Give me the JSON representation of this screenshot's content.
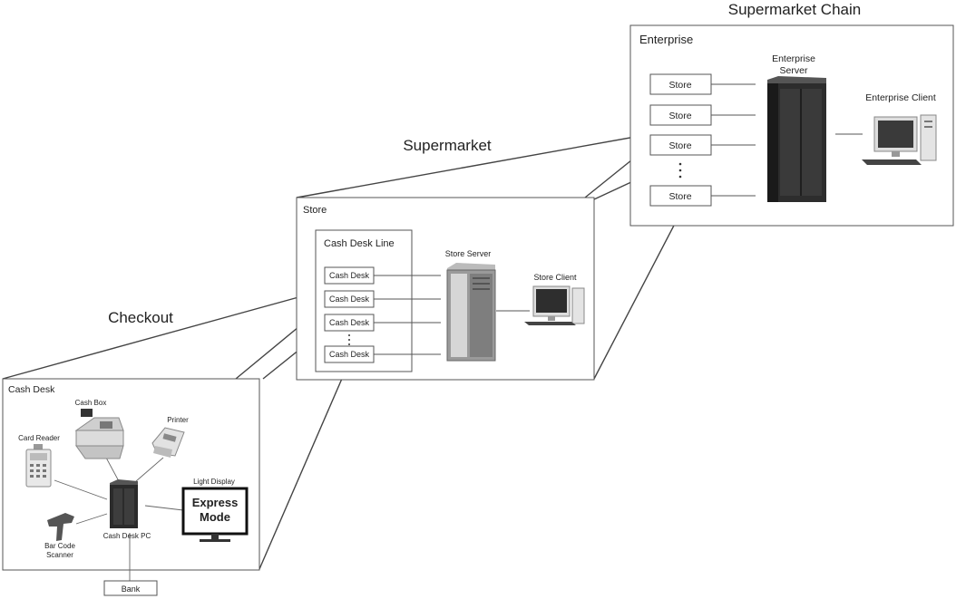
{
  "levels": {
    "chain": "Supermarket Chain",
    "supermarket": "Supermarket",
    "checkout": "Checkout"
  },
  "enterprise": {
    "title": "Enterprise",
    "stores": [
      "Store",
      "Store",
      "Store",
      "Store"
    ],
    "server_label_line1": "Enterprise",
    "server_label_line2": "Server",
    "client_label": "Enterprise Client"
  },
  "store": {
    "title": "Store",
    "line_title": "Cash Desk Line",
    "desks": [
      "Cash Desk",
      "Cash Desk",
      "Cash Desk",
      "Cash Desk"
    ],
    "server_label": "Store Server",
    "client_label": "Store Client"
  },
  "cash_desk": {
    "title": "Cash Desk",
    "cash_box": "Cash Box",
    "printer": "Printer",
    "card_reader": "Card Reader",
    "light_display": "Light Display",
    "display_text_line1": "Express",
    "display_text_line2": "Mode",
    "pc": "Cash Desk PC",
    "scanner_line1": "Bar Code",
    "scanner_line2": "Scanner",
    "bank": "Bank"
  },
  "colors": {
    "line": "#444444",
    "box_border": "#555555",
    "server_dark": "#2b2b2b",
    "server_light": "#8c8c8c"
  }
}
